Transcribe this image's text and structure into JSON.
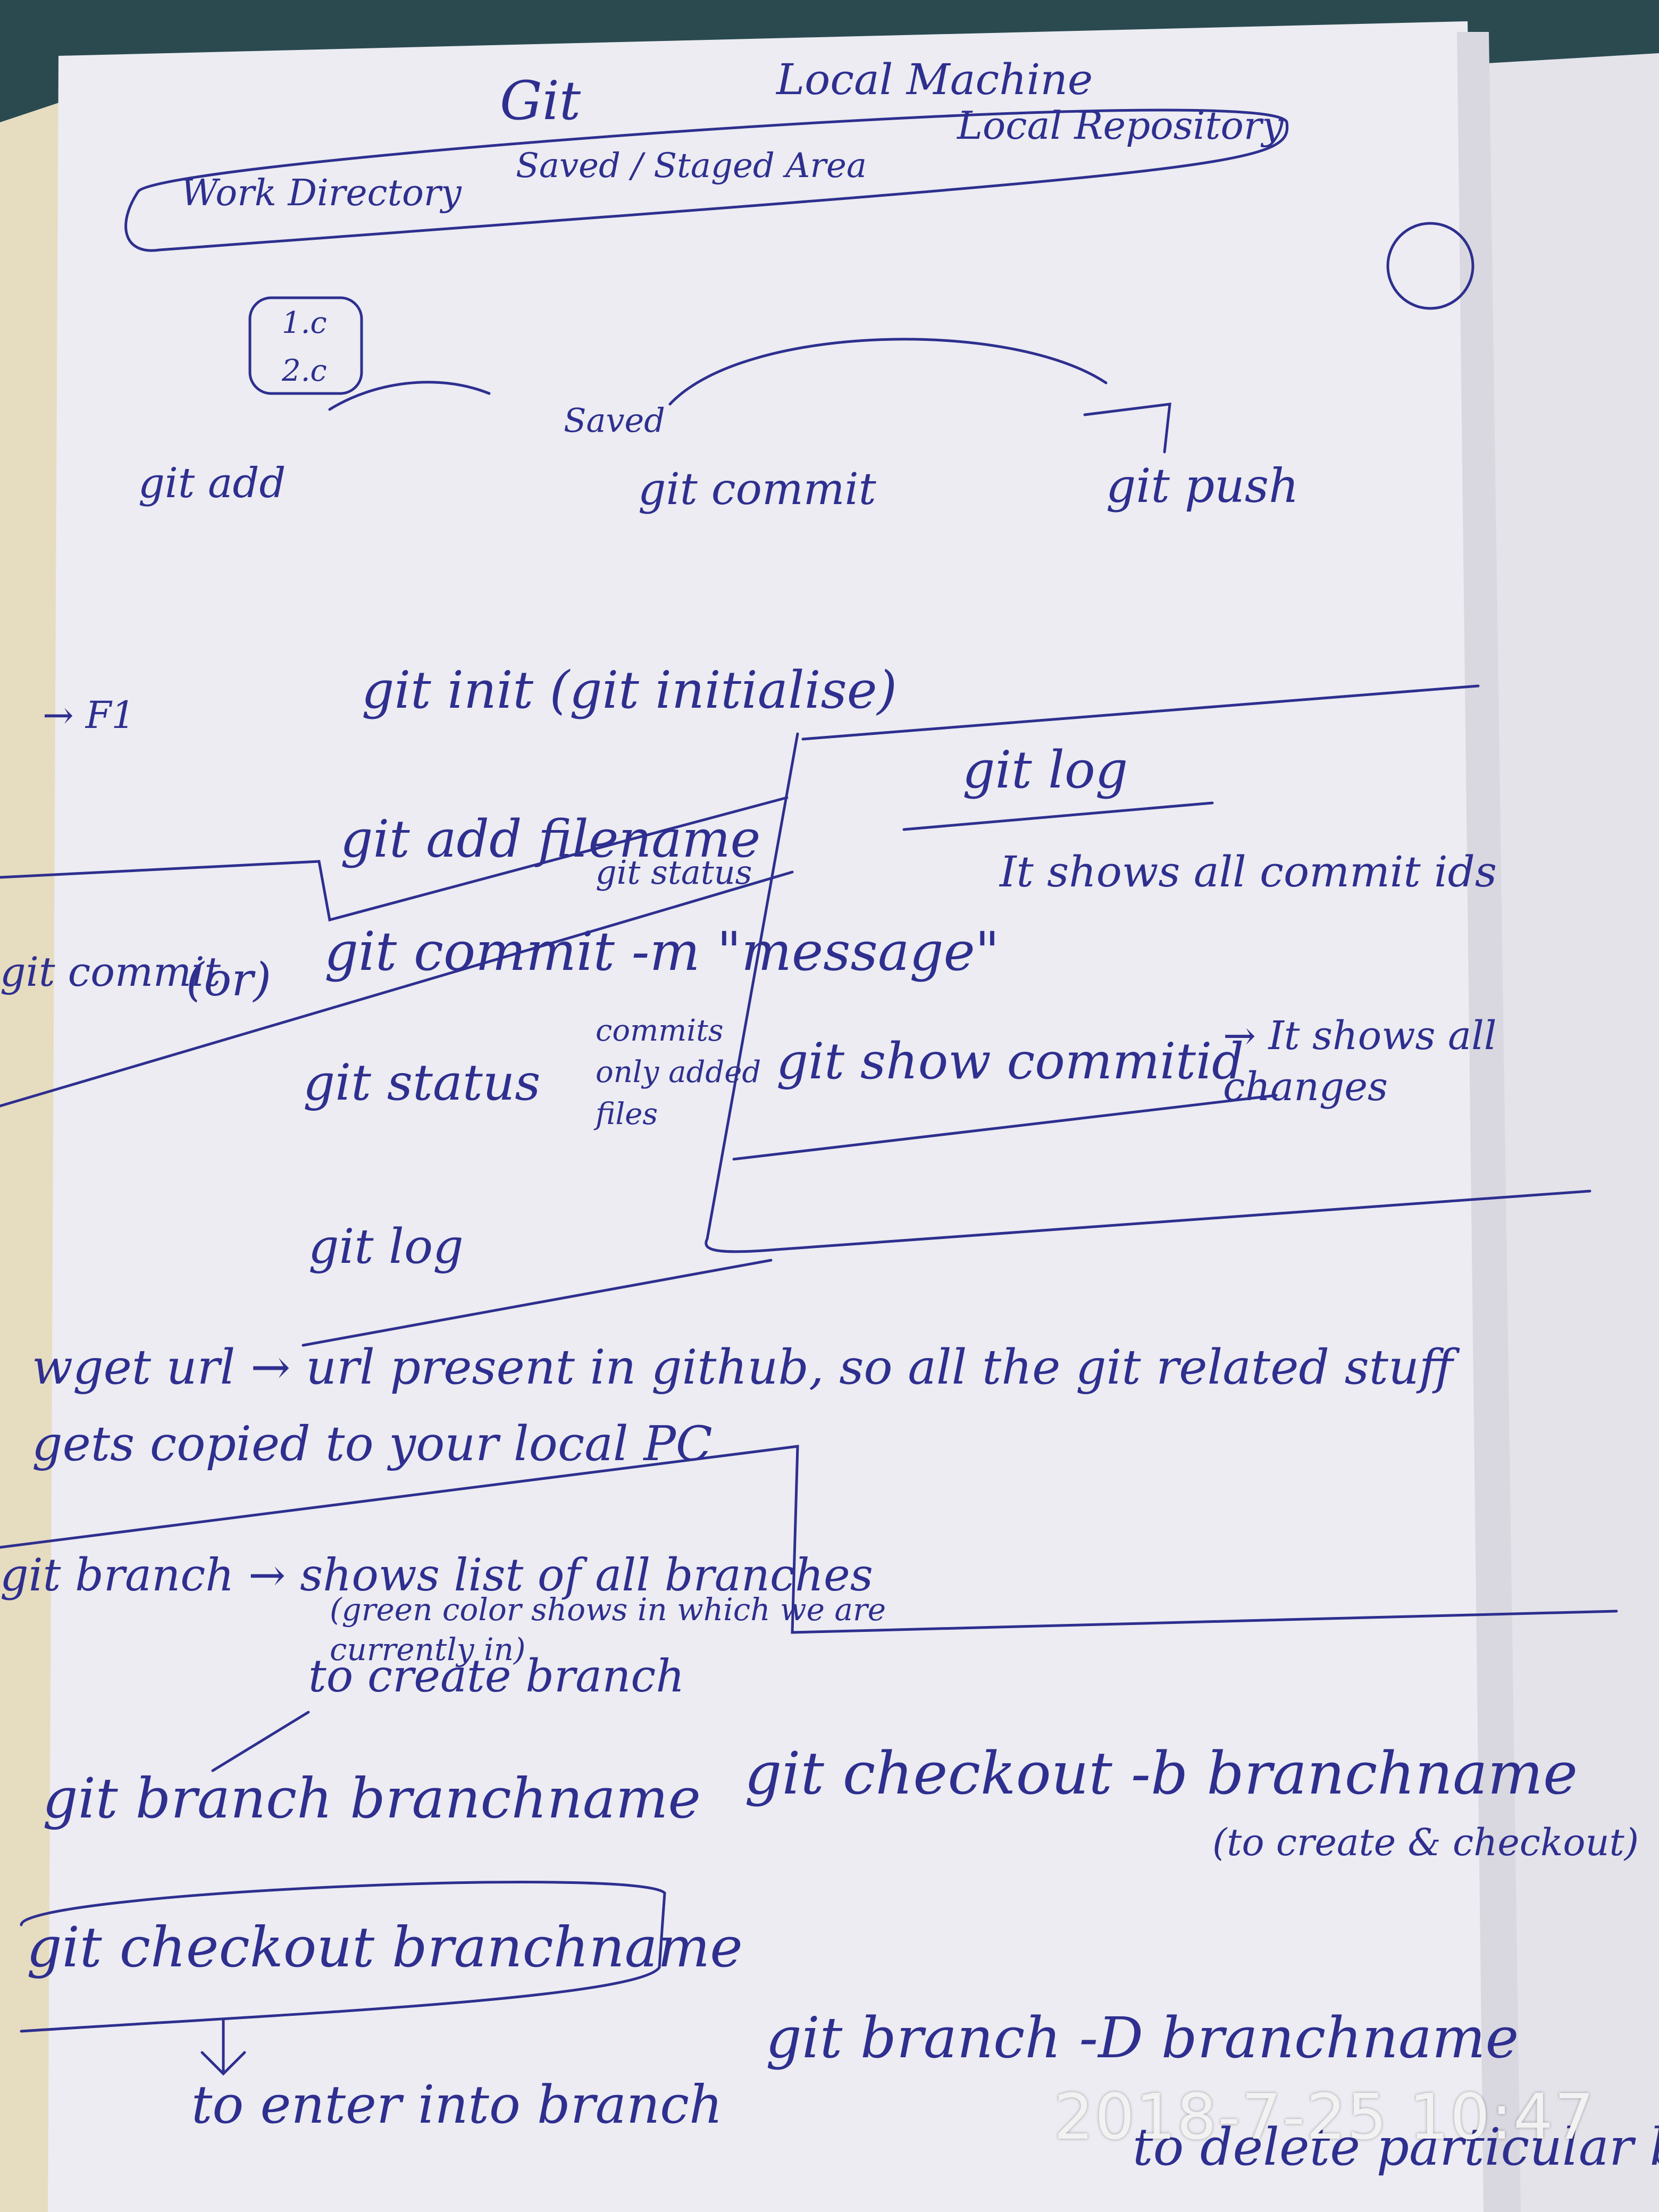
{
  "photo": {
    "colors": {
      "ink": "#2e2f8f",
      "paper": "#ececf2",
      "background": "#2a4a50"
    },
    "timestamp": "2018-7-25 10:47"
  },
  "notes": {
    "header": {
      "git": "Git",
      "local_machine": "Local Machine",
      "work_directory": "Work Directory",
      "staged_area": "Saved / Staged Area",
      "local_repository": "Local Repository"
    },
    "flow": {
      "files": [
        "1.c",
        "2.c"
      ],
      "saved": "Saved",
      "git_add": "git add",
      "git_commit": "git commit",
      "git_push": "git push"
    },
    "arrow_f1": "→ F1",
    "cmd_init": "git init (git initialise)",
    "cmd_add": "git add filename",
    "cmd_status_small": "git status",
    "margin_commit": "git commit",
    "or": "(or)",
    "cmd_commit": "git commit -m \"message\"",
    "commit_note": "commits only added files",
    "cmd_status": "git status",
    "cmd_log_left": "git log",
    "cmd_log": "git log",
    "log_note": "It shows all commit ids",
    "cmd_show": "git show commitid",
    "show_note": "→ It shows all changes",
    "wget": "wget url → url present in github, so all the git related stuff gets copied to your local PC",
    "branch_list": "git branch → shows list of all branches",
    "branch_note": "(green color shows in which we are currently in)",
    "branch_create_label": "to create branch",
    "cmd_branch_create": "git branch branchname",
    "cmd_checkout_b": "git checkout -b branchname",
    "checkout_b_note": "(to create & checkout)",
    "cmd_checkout": "git checkout branchname",
    "checkout_note": "to enter into branch",
    "cmd_branch_delete": "git branch -D branchname",
    "delete_note": "to delete particular branch"
  }
}
